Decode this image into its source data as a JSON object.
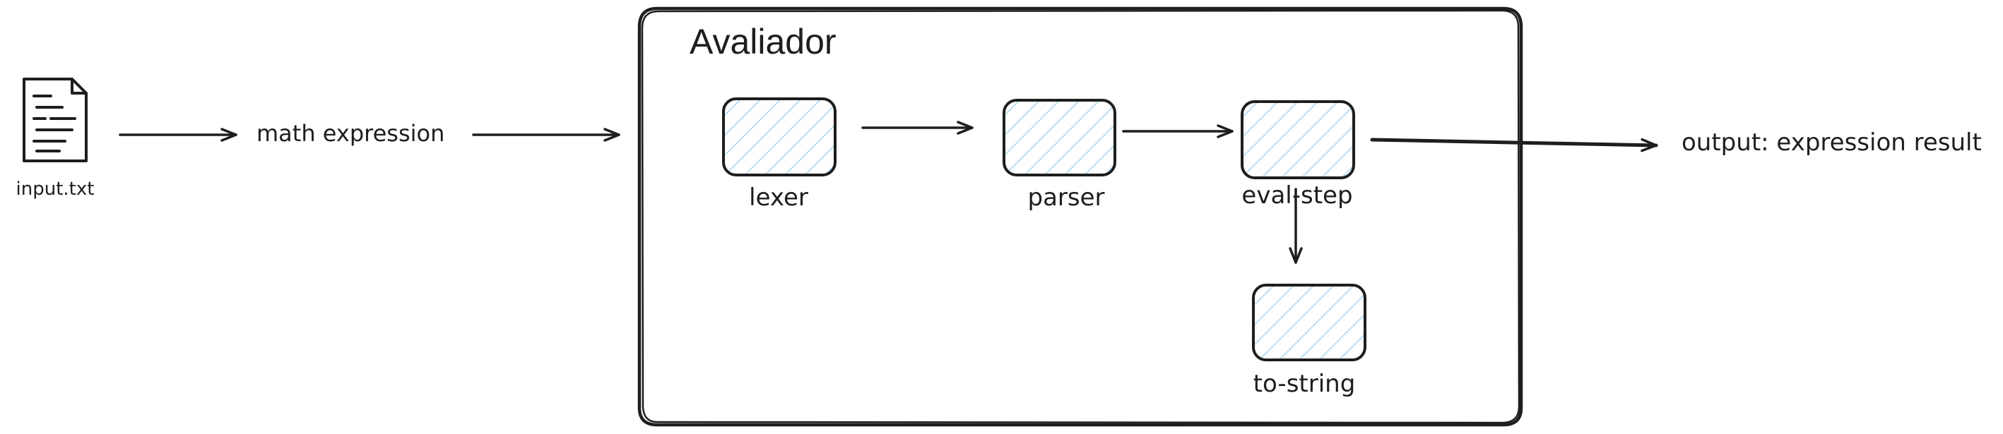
{
  "file": {
    "label": "input.txt",
    "icon": "document-icon"
  },
  "labels": {
    "expression": "math expression",
    "output": "output: expression result"
  },
  "container": {
    "title": "Avaliador"
  },
  "components": [
    {
      "id": "lexer",
      "label": "lexer"
    },
    {
      "id": "parser",
      "label": "parser"
    },
    {
      "id": "eval-step",
      "label": "eval-step"
    },
    {
      "id": "to-string",
      "label": "to-string"
    }
  ],
  "colors": {
    "stroke": "#1e1e1e",
    "hatch": "#a5d8ff",
    "background": "#ffffff"
  }
}
